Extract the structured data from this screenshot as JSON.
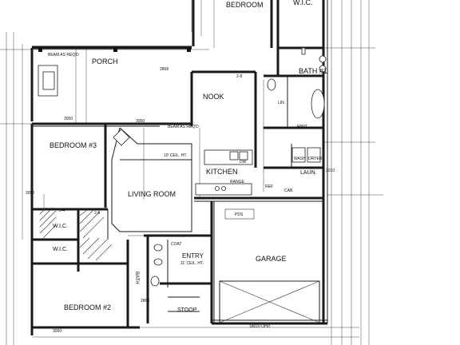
{
  "rooms": {
    "bedroom_top": "BEDROOM",
    "wic_top": "W.I.C.",
    "porch": "PORCH",
    "nook": "NOOK",
    "bath1": "BATH #1",
    "bedroom3": "BEDROOM #3",
    "kitchen": "KITCHEN",
    "laundry": "LAUN.",
    "living": "LIVING ROOM",
    "wic_left": "W.I.C.",
    "wic_lower": "W.I.C.",
    "entry": "ENTRY",
    "garage": "GARAGE",
    "bedroom2": "BEDROOM #2",
    "stoop": "STOOP",
    "bath": "BATH"
  },
  "notes": {
    "beam_porch": "BEAM AS REQ'D",
    "beam_living": "BEAM AS REQ'D",
    "ceiling_10": "10' CEIL. HT.",
    "ceiling_entry": "11' CEIL. HT.",
    "pds": "PDS",
    "garage_door": "18010 OHD",
    "window_3050_a": "3050",
    "window_3050_b": "3050",
    "window_3050_c": "3050",
    "window_3050_d": "3050",
    "door_2868": "2868",
    "door_2868_b": "2868",
    "door_2010": "2010",
    "door_2_8": "2-8",
    "door_2_6": "2-6",
    "door_2_4": "2-4",
    "range": "RANGE",
    "wash": "WASH",
    "dryer": "DRYER",
    "ref": "REF",
    "dw": "DW",
    "pantry": "PANT.",
    "coat": "COAT",
    "cab": "CAB.",
    "linen": "LIN."
  }
}
